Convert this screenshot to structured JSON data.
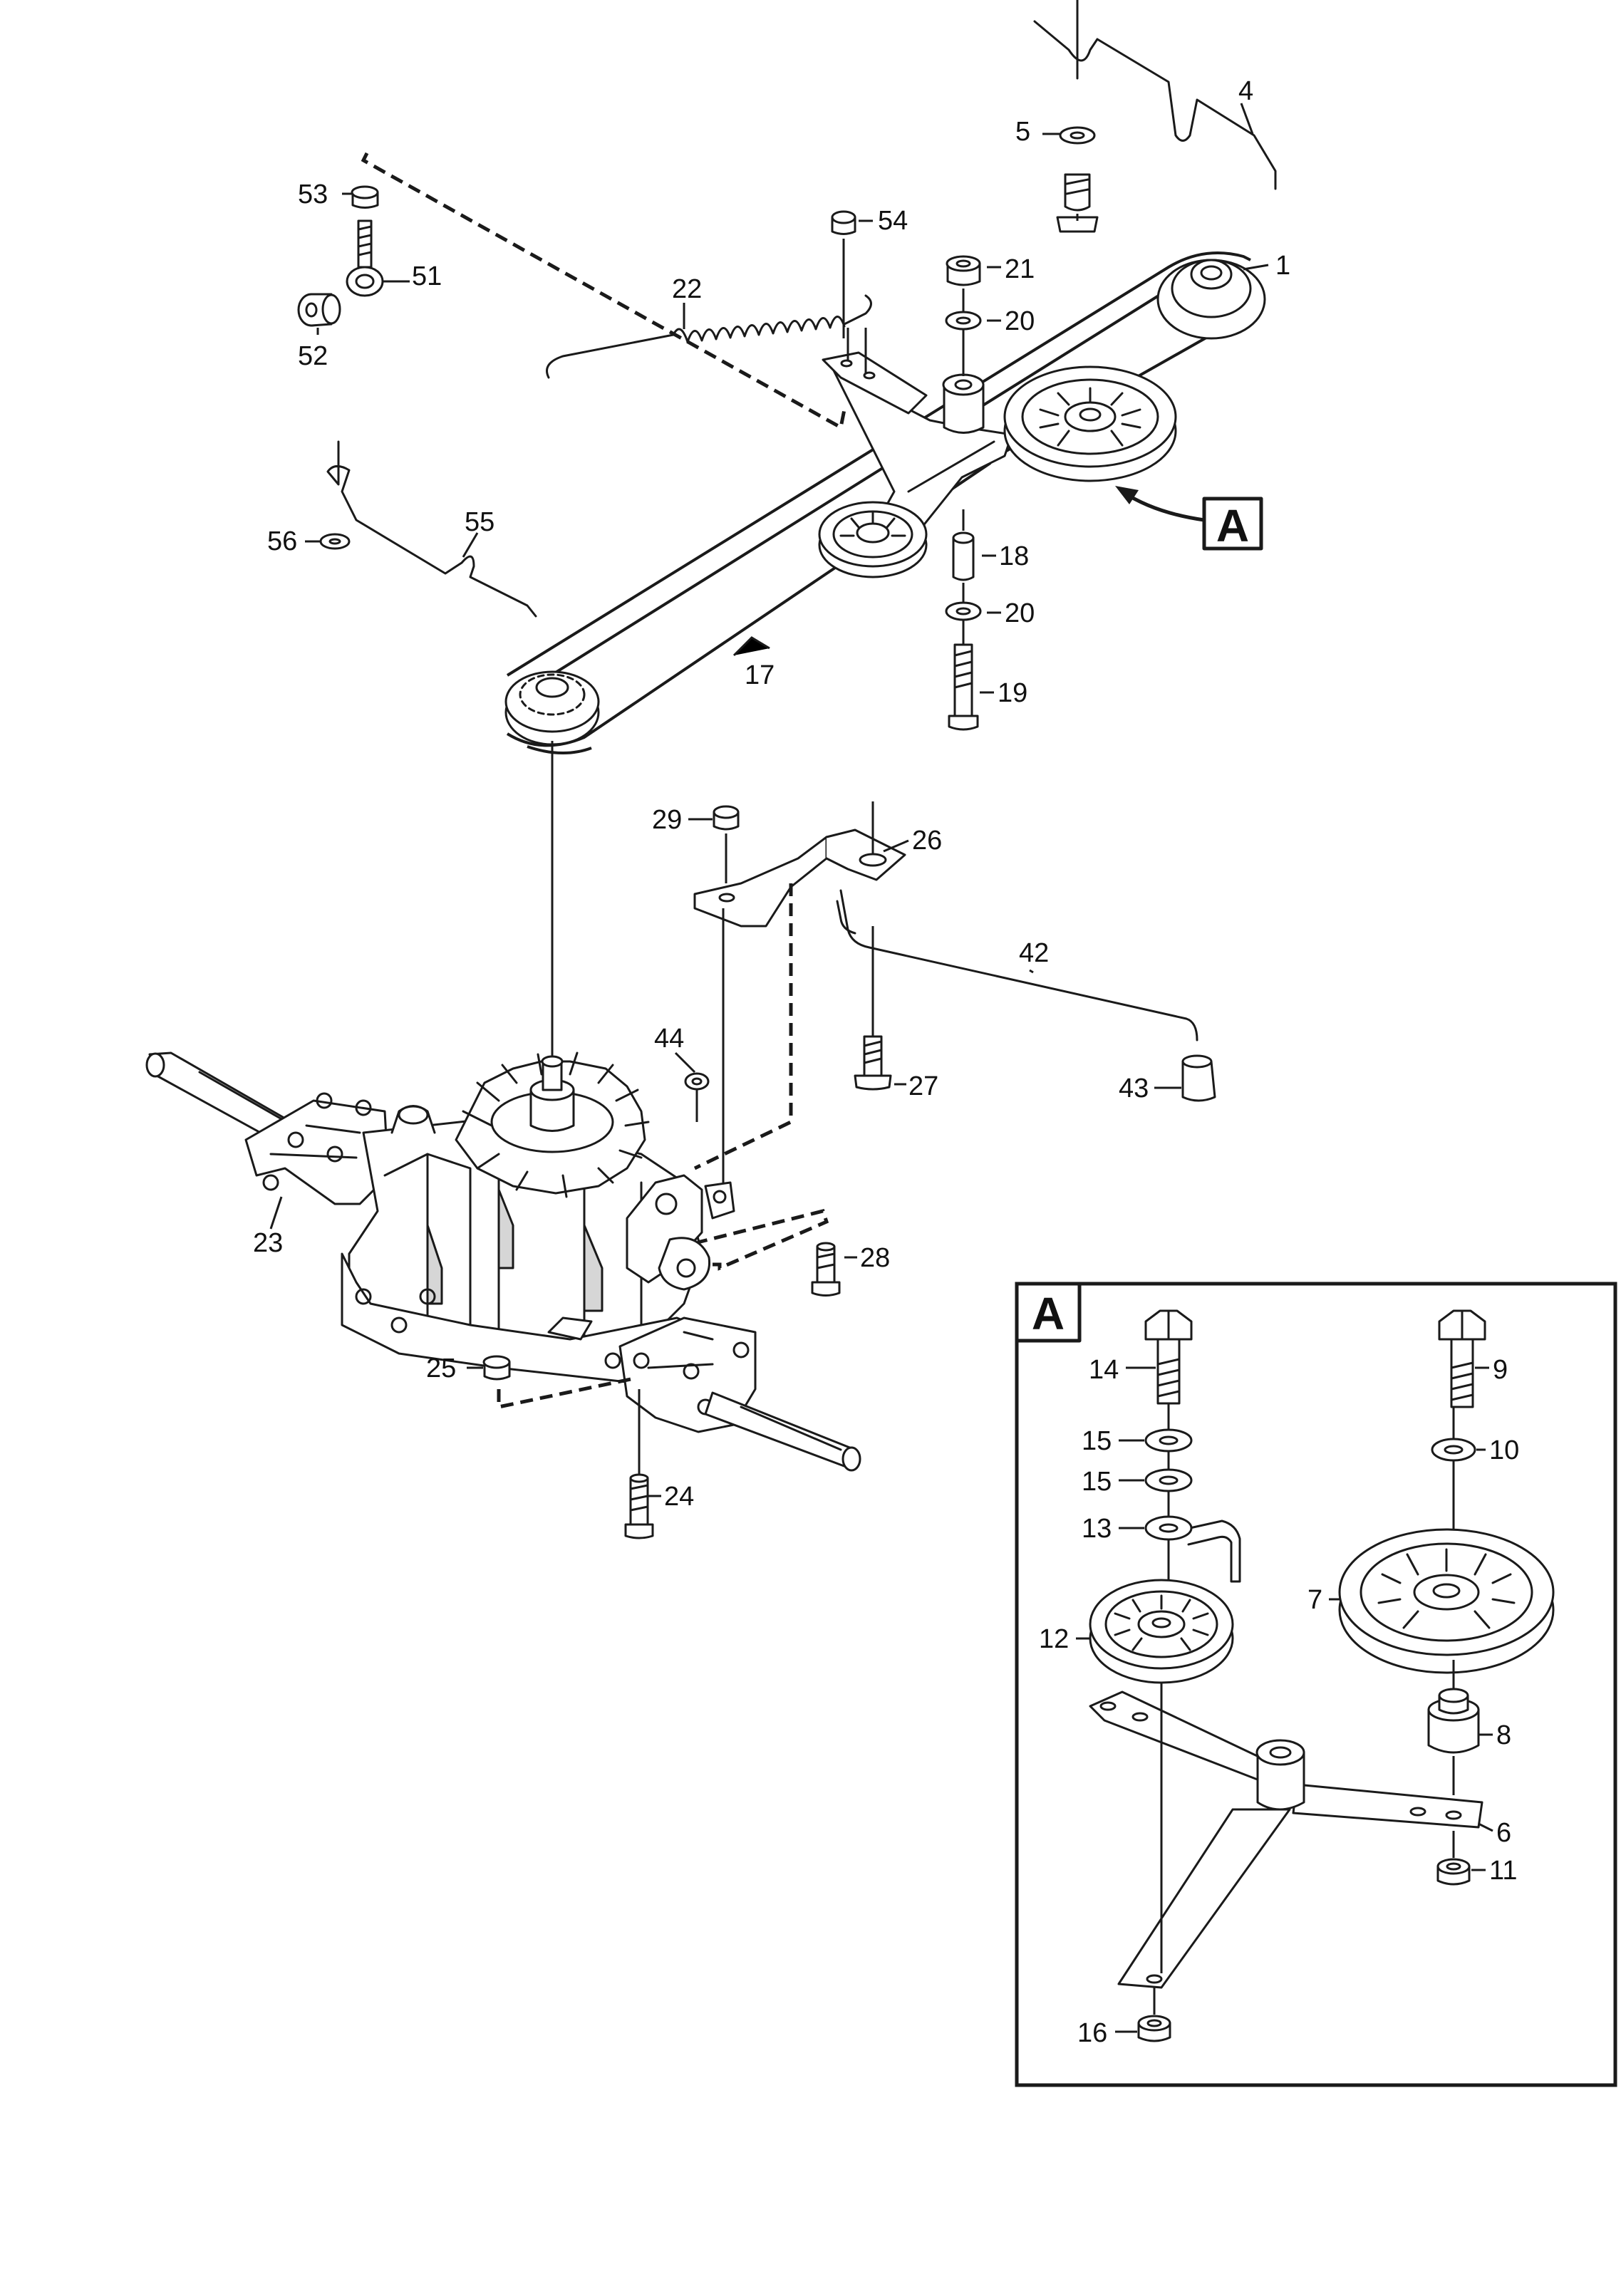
{
  "callout_letter": "A",
  "inset": {
    "label": "A"
  },
  "labels": {
    "l1": "1",
    "l4": "4",
    "l5": "5",
    "l6": "6",
    "l7": "7",
    "l8": "8",
    "l9": "9",
    "l10": "10",
    "l11": "11",
    "l12": "12",
    "l13": "13",
    "l14": "14",
    "l15a": "15",
    "l15b": "15",
    "l16": "16",
    "l17": "17",
    "l18": "18",
    "l19": "19",
    "l20a": "20",
    "l20b": "20",
    "l21": "21",
    "l22": "22",
    "l23": "23",
    "l24": "24",
    "l25": "25",
    "l26": "26",
    "l27": "27",
    "l28": "28",
    "l29": "29",
    "l42": "42",
    "l43": "43",
    "l44": "44",
    "l51": "51",
    "l52": "52",
    "l53": "53",
    "l54": "54",
    "l55": "55",
    "l56": "56"
  }
}
